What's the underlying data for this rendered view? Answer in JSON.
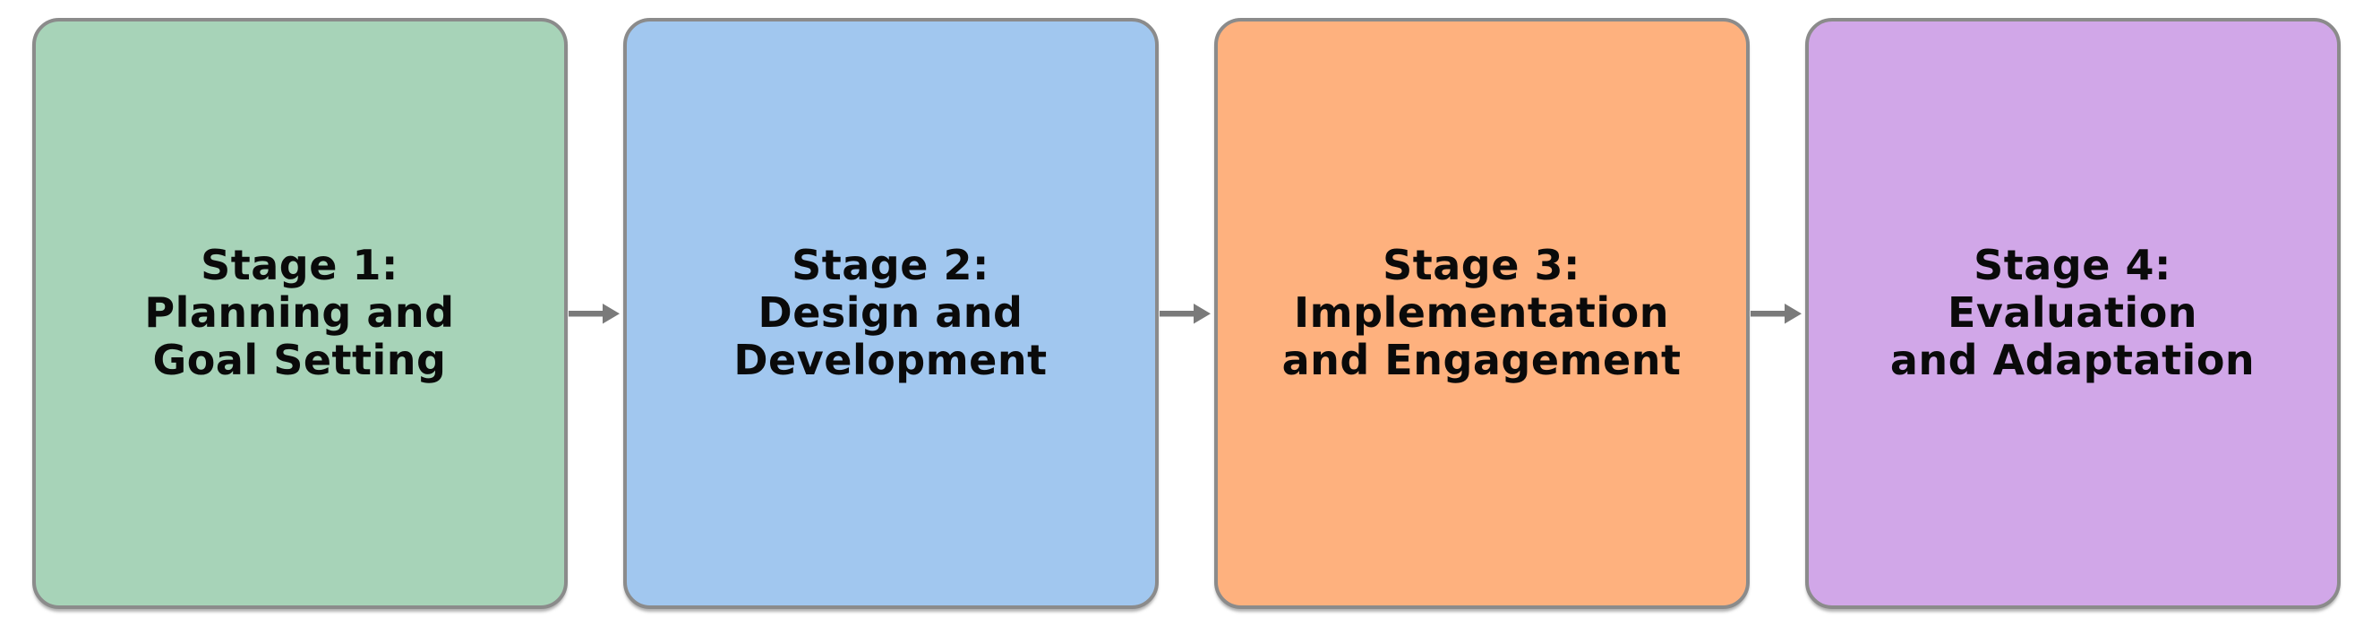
{
  "diagram": {
    "background": "#ffffff",
    "box_border_color": "#8b8b8b",
    "arrow_color": "#7a7a7a",
    "text_color": "#0a0a0a",
    "stages": [
      {
        "id": "stage-1",
        "lines": [
          "Stage 1:",
          "Planning and",
          "Goal Setting"
        ],
        "fill": "#a7d3b8"
      },
      {
        "id": "stage-2",
        "lines": [
          "Stage 2:",
          "Design and",
          "Development"
        ],
        "fill": "#a1c7ef"
      },
      {
        "id": "stage-3",
        "lines": [
          "Stage 3:",
          "Implementation",
          "and Engagement"
        ],
        "fill": "#feb17e"
      },
      {
        "id": "stage-4",
        "lines": [
          "Stage 4:",
          "Evaluation",
          "and Adaptation"
        ],
        "fill": "#d1a7e8"
      }
    ],
    "arrows": [
      {
        "from": "stage-1",
        "to": "stage-2"
      },
      {
        "from": "stage-2",
        "to": "stage-3"
      },
      {
        "from": "stage-3",
        "to": "stage-4"
      }
    ]
  }
}
